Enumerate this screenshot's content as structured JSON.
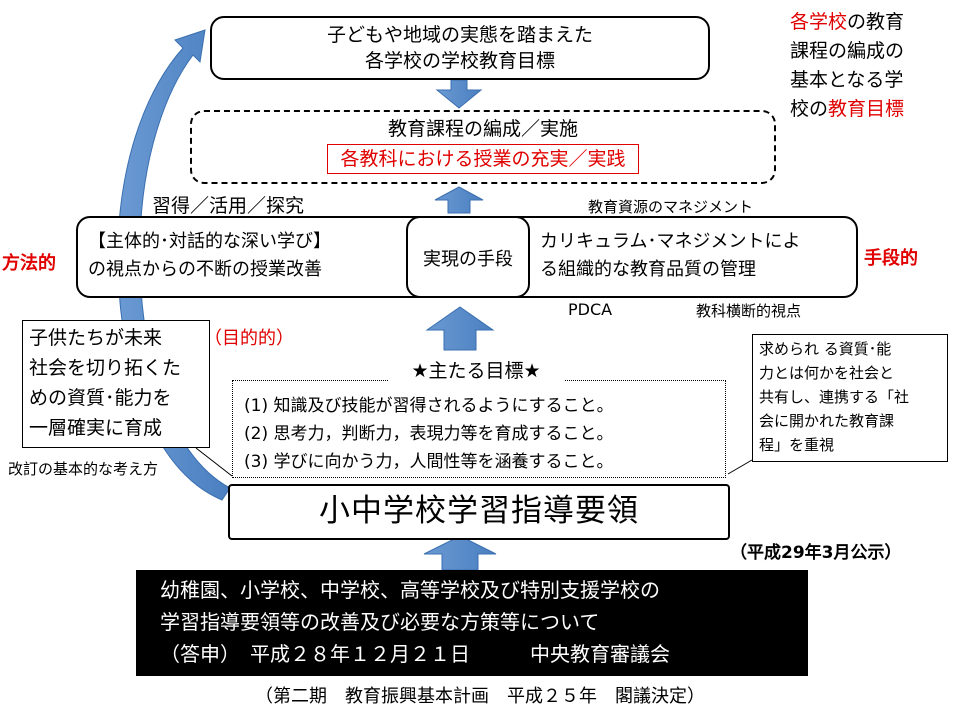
{
  "top_box": {
    "line1": "子どもや地域の実態を踏まえた",
    "line2": "各学校の学校教育目標"
  },
  "right_top_note": {
    "line1_red": "各学校",
    "line1_rest": "の教育",
    "line2": "課程の編成の",
    "line3": "基本となる学",
    "line4_prefix": "校の",
    "line4_red": "教育目標"
  },
  "curriculum_box": {
    "title": "教育課程の編成／実施",
    "inner": "各教科における授業の充実／実践"
  },
  "labels": {
    "learning_modes": "習得／活用／探究",
    "resource_management": "教育資源のマネジメント",
    "pdca": "PDCA",
    "cross_subject": "教科横断的視点",
    "method": "方法的",
    "means": "手段的",
    "purpose": "（目的的）",
    "revision_basis": "改訂の基本的な考え方",
    "announcement": "（平成29年3月公示）",
    "basic_plan": "（第二期　教育振興基本計画　平成２５年　閣議決定）"
  },
  "middle_band": {
    "left_line1": "【主体的･対話的な深い学び】",
    "left_line2": "の視点からの不断の授業改善",
    "center": "実現の手段",
    "right_line1": "カリキュラム･マネジメントによ",
    "right_line2": "る組織的な教育品質の管理"
  },
  "left_callout": {
    "line1": "子供たちが未来",
    "line2": "社会を切り拓くた",
    "line3": "めの資質･能力を",
    "line4": "一層確実に育成"
  },
  "right_callout": {
    "line1": "求められ る資質･能",
    "line2": "力とは何かを社会と",
    "line3": "共有し、連携する「社",
    "line4": "会に開かれた教育課",
    "line5": "程」を重視"
  },
  "main_goals": {
    "heading": "★主たる目標★",
    "items": [
      "(1) 知識及び技能が習得されるようにすること。",
      "(2) 思考力，判断力，表現力等を育成すること。",
      "(3) 学びに向かう力，人間性等を涵養すること。"
    ]
  },
  "guideline_box": {
    "title": "小中学校学習指導要領"
  },
  "bottom_box": {
    "line1": "幼稚園、小学校、中学校、高等学校及び特別支援学校の",
    "line2": "学習指導要領等の改善及び必要な方策等について",
    "line3": "（答申）　平成２８年１２月２１日　　　中央教育審議会"
  },
  "colors": {
    "arrow_blue": "#4f86c6",
    "arrow_dark": "#3a6fb0",
    "accent_red": "#e00000"
  }
}
